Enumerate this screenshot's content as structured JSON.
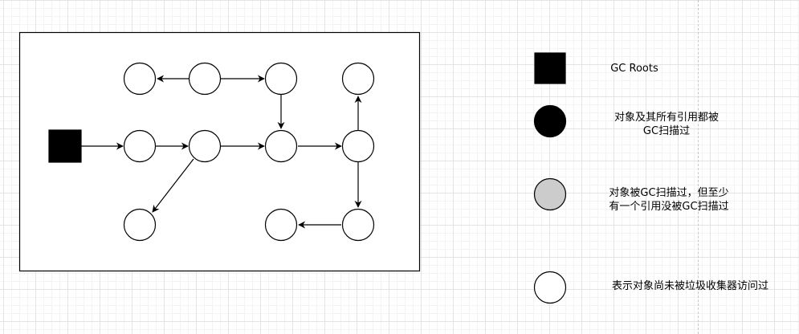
{
  "legend": {
    "gc_roots_label": "GC Roots",
    "black_label": "对象及其所有引用都被\nGC扫描过",
    "gray_label": "对象被GC扫描过，但至少\n有一个引用没被GC扫描过",
    "white_label": "表示对象尚未被垃圾收集器访问过"
  },
  "colors": {
    "black": "#000000",
    "gray": "#cccccc",
    "white": "#ffffff",
    "stroke": "#000000"
  }
}
